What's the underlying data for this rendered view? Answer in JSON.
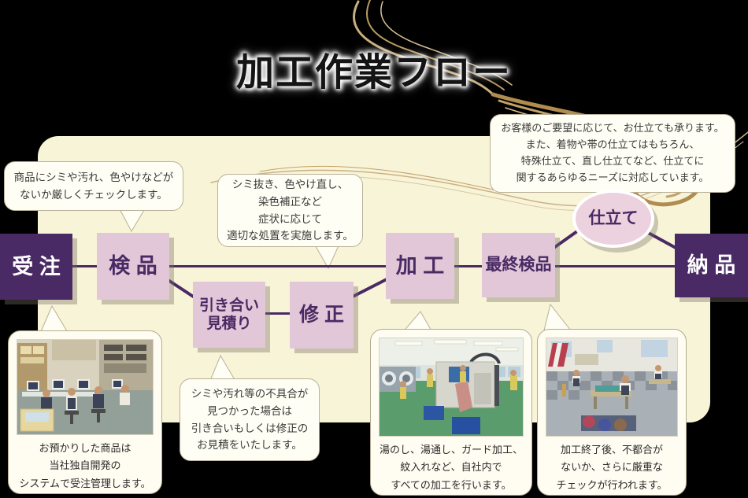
{
  "page": {
    "title": "加工作業フロー"
  },
  "colors": {
    "background": "#000000",
    "panel_cream": "#f8f4d8",
    "accent_purple": "#4a2a64",
    "node_pink": "#e2c7d8",
    "oval_pink": "#ecd1df",
    "bubble_white": "#fffef4",
    "swirl_tan": "#c8ae7e"
  },
  "flow": {
    "nodes": {
      "juchu": {
        "label": "受 注"
      },
      "kenpin": {
        "label": "検 品"
      },
      "hikiai": {
        "label": "引き合い\n見積り"
      },
      "shusei": {
        "label": "修 正"
      },
      "kako": {
        "label": "加 工"
      },
      "saishu_kenpin": {
        "label": "最終検品"
      },
      "shitate": {
        "label": "仕立て"
      },
      "nohin": {
        "label": "納 品"
      }
    }
  },
  "callouts": {
    "kenpin_note": "商品にシミや汚れ、色やけなどが\nないか厳しくチェックします。",
    "shusei_note": "シミ抜き、色やけ直し、\n染色補正など\n症状に応じて\n適切な処置を実施します。",
    "shitate_note": "お客様のご要望に応じて、お仕立ても承ります。\nまた、着物や帯の仕立てはもちろん、\n特殊仕立て、直し仕立てなど、仕立てに\n関するあらゆるニーズに対応しています。",
    "mitsumori_note": "シミや汚れ等の不具合が\n見つかった場合は\n引き合いもしくは修正の\nお見積をいたします。"
  },
  "photo_cards": {
    "juchu": {
      "photo": "office-order-management-photo",
      "caption": "お預かりした商品は\n当社独自開発の\nシステムで受注管理します。"
    },
    "kako": {
      "photo": "processing-factory-photo",
      "caption": "湯のし、湯通し、ガード加工、\n紋入れなど、自社内で\nすべての加工を行います。"
    },
    "kensa": {
      "photo": "final-inspection-photo",
      "caption": "加工終了後、不都合が\nないか、さらに厳重な\nチェックが行われます。"
    }
  }
}
